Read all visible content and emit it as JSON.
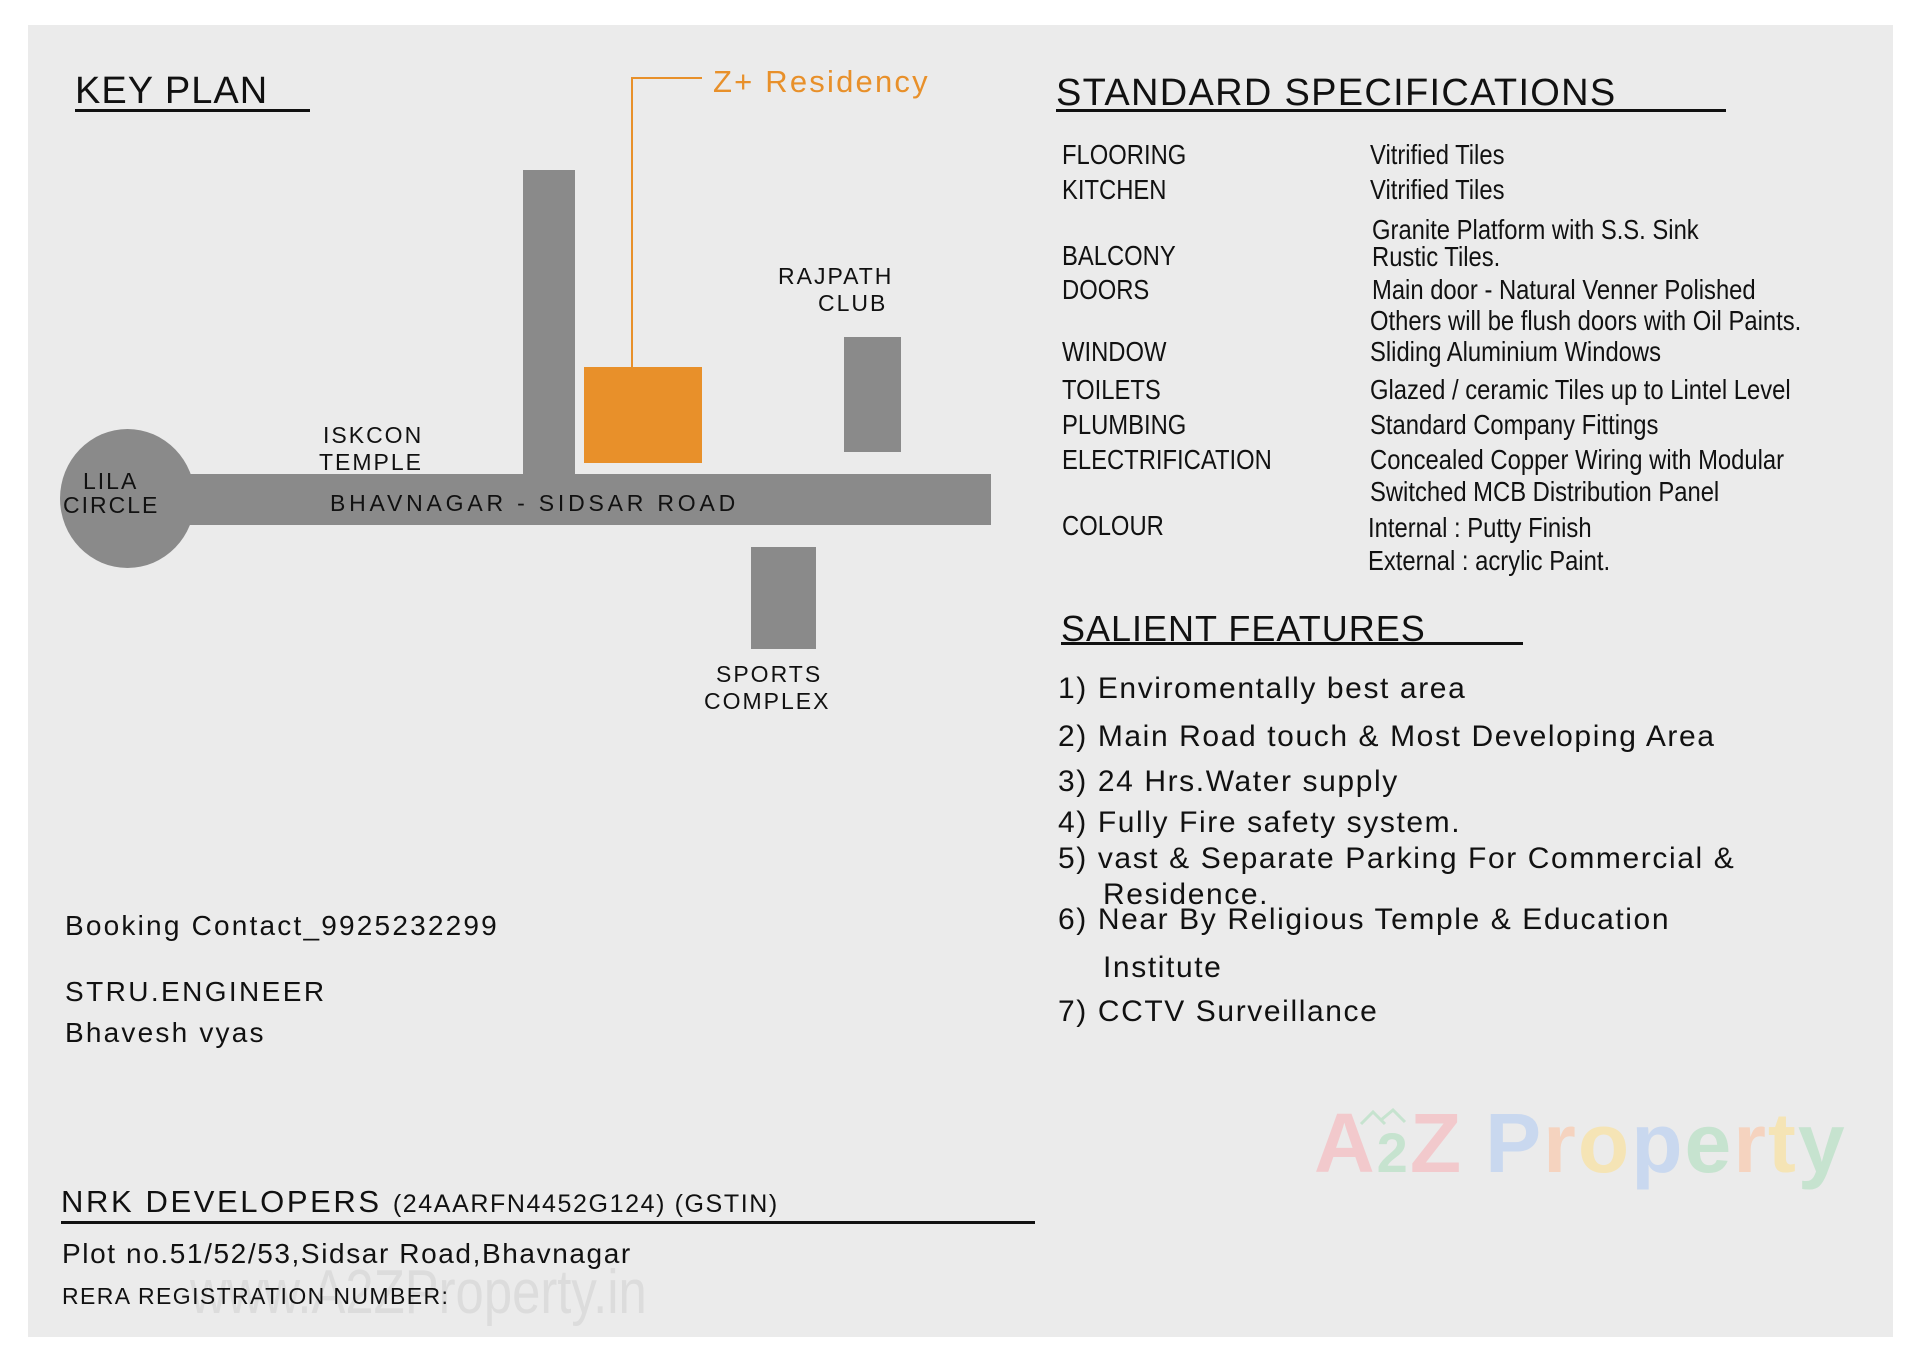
{
  "key_plan": {
    "title": "KEY PLAN",
    "project_label": "Z+ Residency",
    "landmarks": {
      "lila_circle": [
        "LILA",
        "CIRCLE"
      ],
      "iskcon_temple": [
        "ISKCON",
        "TEMPLE"
      ],
      "rajpath_club": [
        "RAJPATH",
        "CLUB"
      ],
      "sports_complex": [
        "SPORTS",
        "COMPLEX"
      ]
    },
    "road_name": "BHAVNAGAR - SIDSAR ROAD"
  },
  "colors": {
    "panel": "#ebebeb",
    "road": "#8a8a8a",
    "project_accent": "#e8902a",
    "text": "#111111"
  },
  "specifications": {
    "title": "STANDARD SPECIFICATIONS",
    "rows": [
      {
        "label": "FLOORING",
        "value": [
          "Vitrified Tiles"
        ]
      },
      {
        "label": "KITCHEN",
        "value": [
          "Vitrified Tiles",
          "Granite Platform with S.S. Sink"
        ]
      },
      {
        "label": "BALCONY",
        "value": [
          "Rustic Tiles."
        ]
      },
      {
        "label": "DOORS",
        "value": [
          "Main door - Natural Venner Polished",
          "Others will be flush doors with Oil Paints."
        ]
      },
      {
        "label": "WINDOW",
        "value": [
          "Sliding Aluminium Windows"
        ]
      },
      {
        "label": "TOILETS",
        "value": [
          "Glazed / ceramic Tiles up to Lintel Level"
        ]
      },
      {
        "label": "PLUMBING",
        "value": [
          "Standard Company Fittings"
        ]
      },
      {
        "label": "ELECTRIFICATION",
        "value": [
          "Concealed Copper Wiring with Modular",
          "Switched MCB Distribution Panel"
        ]
      },
      {
        "label": "COLOUR",
        "value": [
          "Internal : Putty Finish",
          "External : acrylic Paint."
        ]
      }
    ]
  },
  "features": {
    "title": "SALIENT FEATURES",
    "items": [
      {
        "num": "1)",
        "lines": [
          "Enviromentally best area"
        ]
      },
      {
        "num": "2)",
        "lines": [
          "Main Road touch & Most Developing Area"
        ]
      },
      {
        "num": "3)",
        "lines": [
          "24 Hrs.Water supply"
        ]
      },
      {
        "num": "4)",
        "lines": [
          "Fully Fire safety system."
        ]
      },
      {
        "num": "5)",
        "lines": [
          "vast & Separate Parking For Commercial &",
          "Residence."
        ]
      },
      {
        "num": "6)",
        "lines": [
          "Near By Religious Temple & Education",
          "Institute"
        ]
      },
      {
        "num": "7)",
        "lines": [
          "CCTV Surveillance"
        ]
      }
    ]
  },
  "contact": {
    "booking": "Booking Contact_9925232299",
    "engineer_title": "STRU.ENGINEER",
    "engineer_name": "Bhavesh vyas"
  },
  "developer": {
    "name": "NRK DEVELOPERS",
    "gstin": "(24AARFN4452G124) (GSTIN)",
    "address": "Plot no.51/52/53,Sidsar Road,Bhavnagar",
    "rera": "RERA REGISTRATION NUMBER:"
  },
  "watermarks": {
    "logo_parts": [
      "A",
      "2",
      "Z",
      " ",
      "P",
      "r",
      "o",
      "p",
      "e",
      "r",
      "t",
      "y"
    ],
    "logo_colors": [
      "#f2c9cc",
      "#c6e3cf",
      "#f2c9cc",
      "#ebebeb",
      "#c9d8ef",
      "#f5d3bf",
      "#f5e4b5",
      "#c9d8ef",
      "#c6e3cf",
      "#f5d3bf",
      "#f5e4b5",
      "#c6e3cf"
    ],
    "url": "www.A2ZProperty.in"
  }
}
